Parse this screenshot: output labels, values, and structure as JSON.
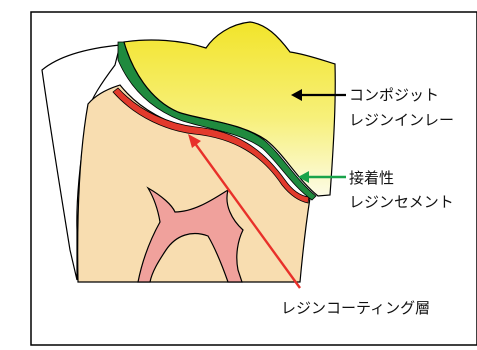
{
  "labels": {
    "composite_inlay_line1": "コンポジット",
    "composite_inlay_line2": "レジンインレー",
    "adhesive_cement_line1": "接着性",
    "adhesive_cement_line2": "レジンセメント",
    "resin_coating_layer": "レジンコーティング層"
  },
  "colors": {
    "inlay_yellow": "#F5EB3C",
    "cement_green": "#1F8A3E",
    "coating_red": "#E23A2C",
    "dentin": "#F8DDB0",
    "pulp": "#F0A19C",
    "arrow_black": "#000000",
    "arrow_green": "#19A34A",
    "arrow_red": "#E8302A"
  }
}
